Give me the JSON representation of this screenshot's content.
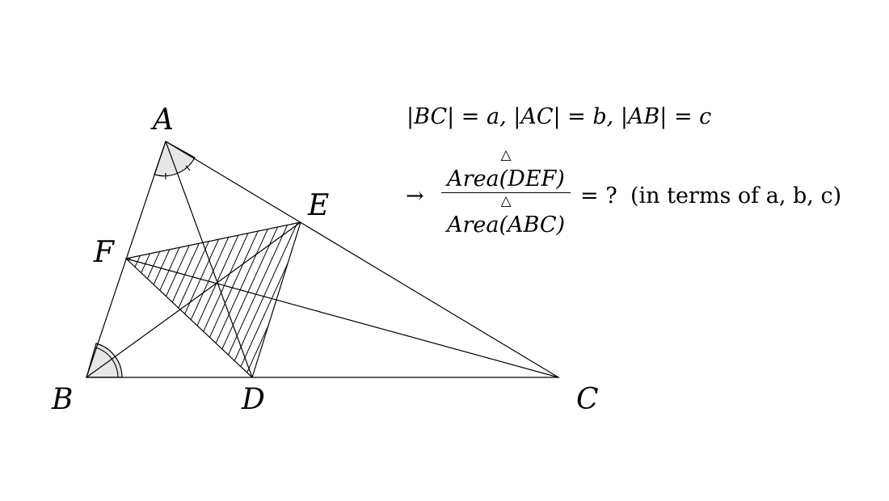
{
  "points": {
    "A": "A",
    "B": "B",
    "C": "C",
    "D": "D",
    "E": "E",
    "F": "F"
  },
  "given": {
    "text": "|BC| = a, |AC| = b, |AB| = c"
  },
  "question": {
    "arrow": "→",
    "numerator": "Area(DEF)",
    "denominator": "Area(ABC)",
    "triangle_mark": "△",
    "equals_q": "= ?",
    "note": "(in terms of a, b, c)"
  },
  "colors": {
    "line": "#000000",
    "angle_fill": "#e6e6e6",
    "hatch": "#000000"
  }
}
